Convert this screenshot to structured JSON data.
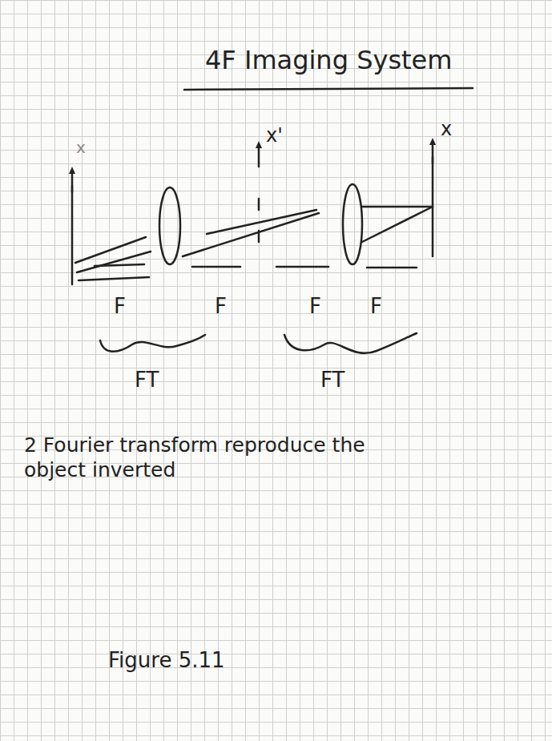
{
  "diagram": {
    "title": "4F Imaging System",
    "caption": "Figure 5.11",
    "labels": [
      "x",
      "x'",
      "x",
      "F",
      "F",
      "F",
      "F",
      "FT",
      "FT",
      "2 Fourier transform reproduce the object inverted"
    ]
  }
}
